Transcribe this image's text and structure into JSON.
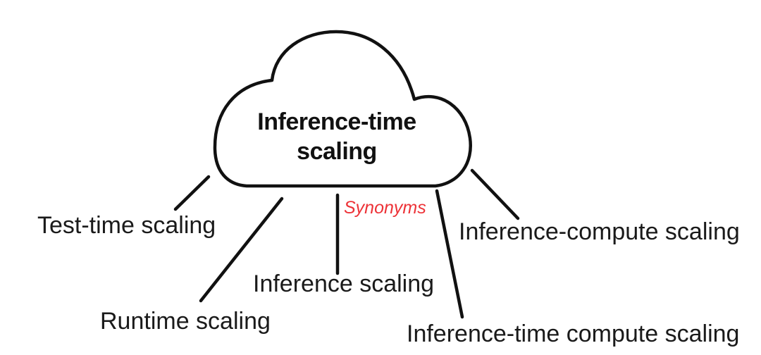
{
  "diagram": {
    "cloud": {
      "title": "Inference-time scaling"
    },
    "synonyms_caption": "Synonyms",
    "synonyms": [
      {
        "label": "Test-time scaling"
      },
      {
        "label": "Runtime scaling"
      },
      {
        "label": "Inference scaling"
      },
      {
        "label": "Inference-compute scaling"
      },
      {
        "label": "Inference-time compute scaling"
      }
    ]
  },
  "colors": {
    "ink": "#111111",
    "text": "#1a1a1a",
    "accent_red": "#ed3237",
    "background": "#ffffff"
  }
}
